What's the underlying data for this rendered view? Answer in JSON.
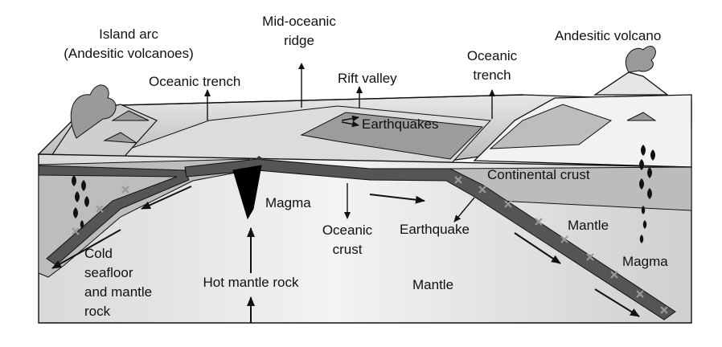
{
  "diagram": {
    "labels": {
      "island_arc_line1": "Island arc",
      "island_arc_line2": "(Andesitic volcanoes)",
      "mid_ridge_line1": "Mid-oceanic",
      "mid_ridge_line2": "ridge",
      "andesitic_volcano": "Andesitic volcano",
      "oceanic_trench_left": "Oceanic trench",
      "rift_valley": "Rift valley",
      "oceanic_trench_right_line1": "Oceanic",
      "oceanic_trench_right_line2": "trench",
      "earthquakes": "Earthquakes",
      "continental_crust": "Continental crust",
      "magma_center": "Magma",
      "oceanic_crust_line1": "Oceanic",
      "oceanic_crust_line2": "crust",
      "earthquake": "Earthquake",
      "mantle_right": "Mantle",
      "cold_line1": "Cold",
      "cold_line2": "seafloor",
      "cold_line3": "and mantle",
      "cold_line4": "rock",
      "hot_mantle_rock": "Hot mantle rock",
      "mantle_bottom": "Mantle",
      "magma_right": "Magma"
    }
  }
}
